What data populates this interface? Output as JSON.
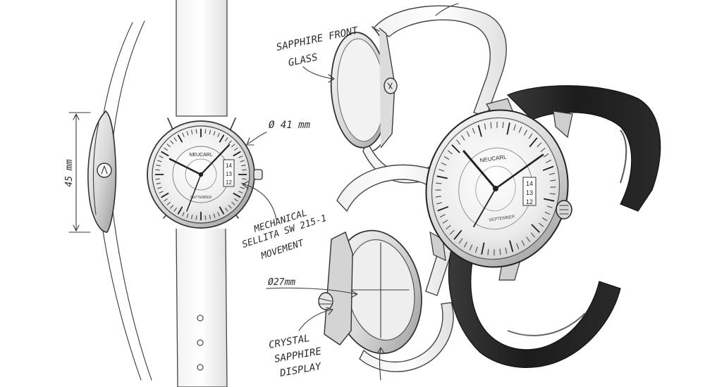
{
  "annotations": {
    "sapphire_front_glass": [
      "SAPPHIRE FRONT",
      "GLASS"
    ],
    "case_diameter": "Ø 41 mm",
    "height": "45 mm",
    "movement": [
      "MECHANICAL",
      "SELLITA SW 215-1",
      "MOVEMENT"
    ],
    "back_diameter": "Ø27mm",
    "crystal_display": [
      "CRYSTAL",
      "SAPPHIRE",
      "DISPLAY"
    ],
    "brand_on_dial": "NEUCARL",
    "dial_word_bottom": "SEPTEMBER",
    "date_window": [
      "14",
      "13",
      "12"
    ]
  },
  "colors": {
    "ink": "#3a3a3a",
    "strap_dark": "#1c1c1c",
    "dial": "#f4f4f4"
  }
}
